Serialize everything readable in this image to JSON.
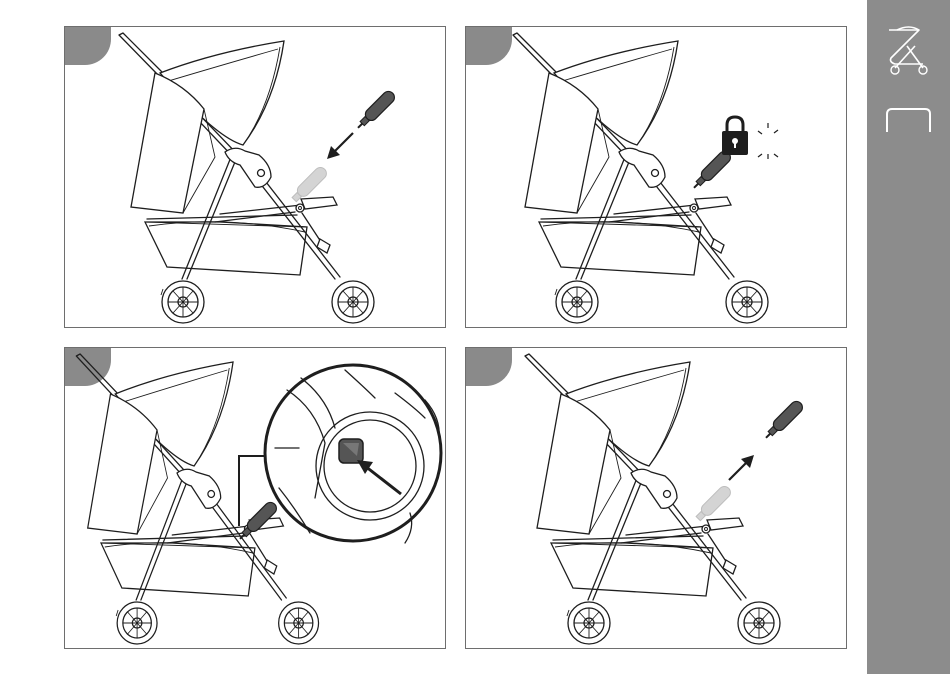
{
  "colors": {
    "sidebar": "#8c8c8c",
    "panel_border": "#6e6e6e",
    "step_tab": "#8a8a8a",
    "line": "#1e1e1e",
    "handle_dark": "#555555",
    "handle_ghost": "#d4d4d4"
  },
  "icons": {
    "sidebar_top": "stroller-icon",
    "sidebar_section": "section-tab-icon",
    "lock": "padlock-icon"
  },
  "steps": [
    {
      "id": 1,
      "action": "insert-handle-ghost"
    },
    {
      "id": 2,
      "action": "handle-locked"
    },
    {
      "id": 3,
      "action": "press-release-button"
    },
    {
      "id": 4,
      "action": "remove-handle"
    }
  ]
}
